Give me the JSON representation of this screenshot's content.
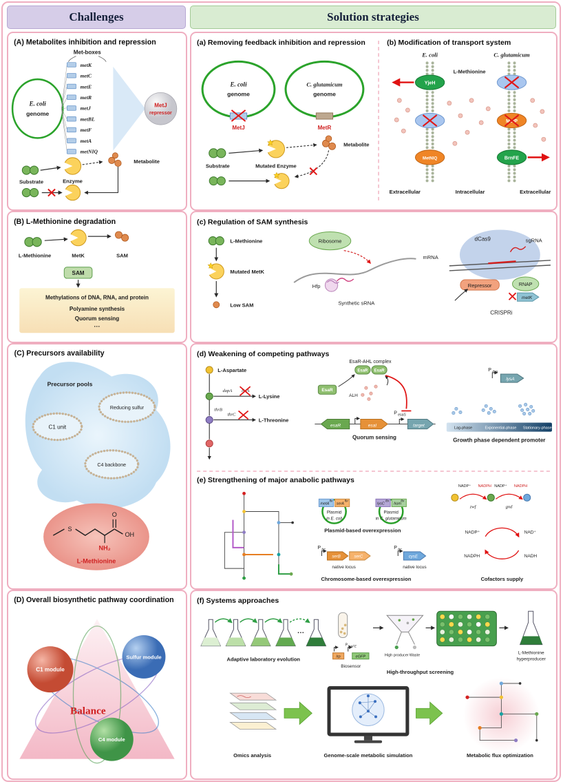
{
  "header": {
    "challenges": "Challenges",
    "solution_strategies": "Solution strategies"
  },
  "panelA": {
    "title": "(A) Metabolites inhibition and repression",
    "met_boxes": "Met-boxes",
    "genome1": "E. coli",
    "genome2": "genome",
    "genes": [
      "metK",
      "metC",
      "metE",
      "metR",
      "metJ",
      "metBL",
      "metF",
      "metA",
      "metNIQ"
    ],
    "repressor1": "MetJ",
    "repressor2": "repressor",
    "substrate": "Substrate",
    "enzyme": "Enzyme",
    "metabolite": "Metabolite"
  },
  "panel_a": {
    "title": "(a) Removing feedback inhibition and repression",
    "ecoli1": "E. coli",
    "ecoli2": "genome",
    "cglut1": "C. glutamicum",
    "cglut2": "genome",
    "metj": "MetJ",
    "metr": "MetR",
    "substrate": "Substrate",
    "mutated_enzyme": "Mutated Enzyme",
    "metabolite": "Metabolite"
  },
  "panel_b": {
    "title": "(b) Modification of transport system",
    "ecoli": "E. coli",
    "cglut": "C. glutamicum",
    "l_methionine": "L-Methionine",
    "yjeh": "YjeH",
    "metniq": "MetNIQ",
    "metp": "MetP",
    "brnfe": "BrnFE",
    "extracellular_left": "Extracellular",
    "intracellular": "Intracellular",
    "extracellular_right": "Extracellular"
  },
  "panelB": {
    "title": "(B) L-Methionine degradation",
    "l_methionine": "L-Methionine",
    "metk": "MetK",
    "sam": "SAM",
    "sam_box": "SAM",
    "uses": [
      "Methylations of DNA, RNA, and protein",
      "Polyamine synthesis",
      "Quorum sensing",
      "···"
    ]
  },
  "panel_c": {
    "title": "(c) Regulation of SAM synthesis",
    "l_methionine": "L-Methionine",
    "mutated_metk": "Mutated MetK",
    "low_sam": "Low SAM",
    "ribosome": "Ribosome",
    "mrna": "mRNA",
    "hfp": "Hfp",
    "synthetic_srna": "Synthetic sRNA",
    "dcas9": "dCas9",
    "sgrna": "sgRNA",
    "repressor": "Repressor",
    "rnap": "RNAP",
    "metk_gene": "metK",
    "crispri": "CRISPRi"
  },
  "panelC": {
    "title": "(C) Precursors availability",
    "precursor_pools": "Precursor pools",
    "c1_unit": "C1 unit",
    "reducing_sulfur": "Reducing sulfur",
    "c4_backbone": "C4 backbone",
    "s": "S",
    "o": "O",
    "oh": "OH",
    "nh2": "NH₂",
    "l_methionine": "L-Methionine"
  },
  "panel_d": {
    "title": "(d) Weakening of competing pathways",
    "l_aspartate": "L-Aspartate",
    "dapA": "dapA",
    "lysA": "lysA",
    "l_lysine": "L-Lysine",
    "thrB": "thrB",
    "thrC": "thrC",
    "l_threonine": "L-Threonine",
    "complex_label": "EsaR-AHL complex",
    "esar_a": "EsaR",
    "esar_b": "EsaR",
    "esar_box": "EsaR",
    "alh": "ALH",
    "esar_gene": "esaR",
    "esai_gene": "esaI",
    "p_esas": {
      "main": "P",
      "sub": "esaS"
    },
    "target_gene": "target",
    "quorum": "Quorum sensing",
    "p_growth": {
      "main": "P",
      "sub": "dps"
    },
    "lysA_gene": "lysA",
    "lag": "Lag-phase",
    "exp": "Exponential-phase",
    "sta": "Stationary-phase",
    "growth_label": "Growth phase dependent promoter"
  },
  "panel_e": {
    "title": "(e) Strengthening of major anabolic pathways",
    "metA": {
      "main": "metA",
      "sup": "fbr"
    },
    "serA": {
      "main": "serA",
      "sup": "fbr"
    },
    "lysC": {
      "main": "lysC",
      "sup": "fbr"
    },
    "hom": {
      "main": "hom",
      "sup": "fbr"
    },
    "plasmid1a": "Plasmid",
    "plasmid1b": "in E. coli",
    "plasmid2a": "Plasmid",
    "plasmid2b": "in C. glutamicum",
    "plasmid_label": "Plasmid-based overexpression",
    "ptrc": {
      "main": "P",
      "sub": "trc"
    },
    "serB": "serB",
    "serC": "serC",
    "cysE": "cysE",
    "native1": "native locus",
    "native2": "native locus",
    "chrom_label": "Chromosome-based overexpression",
    "nadp": "NADP⁺",
    "nadph": "NADPH",
    "zwf": "zwf",
    "gnd": "gnd",
    "nad": "NAD⁺",
    "nadh": "NADH",
    "cofactor_label": "Cofactors supply"
  },
  "panelD": {
    "title": "(D) Overall biosynthetic pathway coordination",
    "c1": "C1 module",
    "sulfur": "Sulfur module",
    "c4": "C4 module",
    "balance": "Balance"
  },
  "panel_f": {
    "title": "(f) Systems approaches",
    "ale_label": "Adaptive laboratory evolution",
    "dots": "···",
    "lrp": "lrp",
    "p_brnfe": {
      "main": "P",
      "sub": "brnFE"
    },
    "egfp": "eGFP",
    "biosensor": "Biosensor",
    "high_producer": "High producer",
    "waste": "Waste",
    "hts_label": "High-throughput screening",
    "hyper1": "L-Methionine",
    "hyper2": "hyperproducer",
    "omics_label": "Omics analysis",
    "gsmm_label": "Genome-scale metabolic simulation",
    "flux_label": "Metabolic flux optimization"
  }
}
